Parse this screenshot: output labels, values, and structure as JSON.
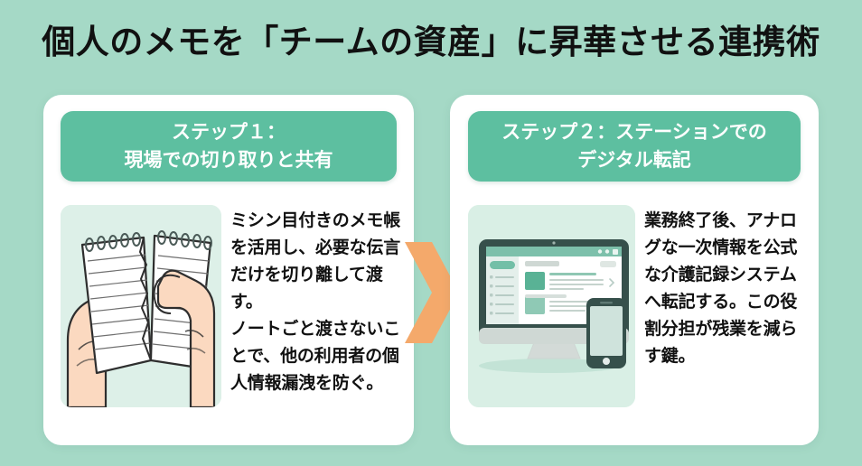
{
  "page": {
    "title": "個人のメモを「チームの資産」に昇華させる連携術",
    "background_color": "#a5d9c6",
    "card_color": "#ffffff",
    "pill_color": "#5dbfa0",
    "arrow_color": "#f5a濃"
  },
  "theme": {
    "background": "#a5d9c6",
    "card": "#ffffff",
    "pill": "#5dbfa0",
    "pill_text": "#ffffff",
    "body_text": "#111111",
    "illustration_bg": "#ddf0e8",
    "arrow": "#f4a96b"
  },
  "steps": [
    {
      "id": "step-1",
      "heading_line1": "ステップ１：",
      "heading_line2": "現場での切り取りと共有",
      "body": "ミシン目付きのメモ帳を活用し、必要な伝言だけを切り離して渡す。\nノートごと渡さないことで、他の利用者の個人情報漏洩を防ぐ。",
      "illustration": "hands-tearing-notepad-illustration"
    },
    {
      "id": "step-2",
      "heading_line1": "ステップ２：ステーションでの",
      "heading_line2": "デジタル転記",
      "body": "業務終了後、アナログな一次情報を公式な介護記録システムへ転記する。この役割分担が残業を減らす鍵。",
      "illustration": "desktop-monitor-and-smartphone-illustration"
    }
  ],
  "connector": {
    "icon": "chevron-right-arrow",
    "color": "#f4a96b"
  }
}
